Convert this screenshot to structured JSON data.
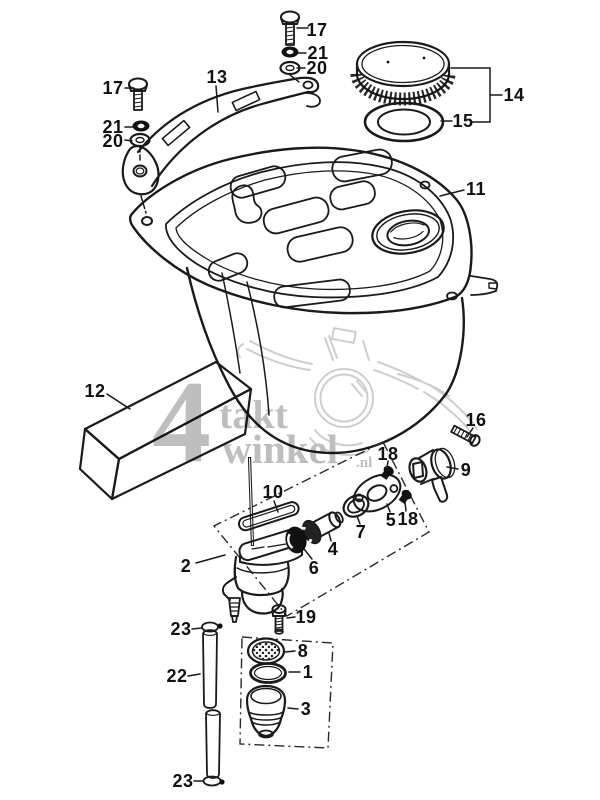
{
  "watermark": {
    "big": "4",
    "word1": "takt",
    "word2": "winkel",
    "suffix": ".nl"
  },
  "callouts": [
    {
      "text": "17"
    },
    {
      "text": "21"
    },
    {
      "text": "20"
    },
    {
      "text": "13"
    },
    {
      "text": "17"
    },
    {
      "text": "21"
    },
    {
      "text": "20"
    },
    {
      "text": "14"
    },
    {
      "text": "15"
    },
    {
      "text": "11"
    },
    {
      "text": "12"
    },
    {
      "text": "16"
    },
    {
      "text": "9"
    },
    {
      "text": "18"
    },
    {
      "text": "5"
    },
    {
      "text": "18"
    },
    {
      "text": "7"
    },
    {
      "text": "4"
    },
    {
      "text": "6"
    },
    {
      "text": "10"
    },
    {
      "text": "2"
    },
    {
      "text": "19"
    },
    {
      "text": "23"
    },
    {
      "text": "22"
    },
    {
      "text": "23"
    },
    {
      "text": "8"
    },
    {
      "text": "1"
    },
    {
      "text": "3"
    }
  ],
  "colors": {
    "line": "#1a1a1a",
    "watermark": "#b3b3b3",
    "background": "#ffffff"
  }
}
